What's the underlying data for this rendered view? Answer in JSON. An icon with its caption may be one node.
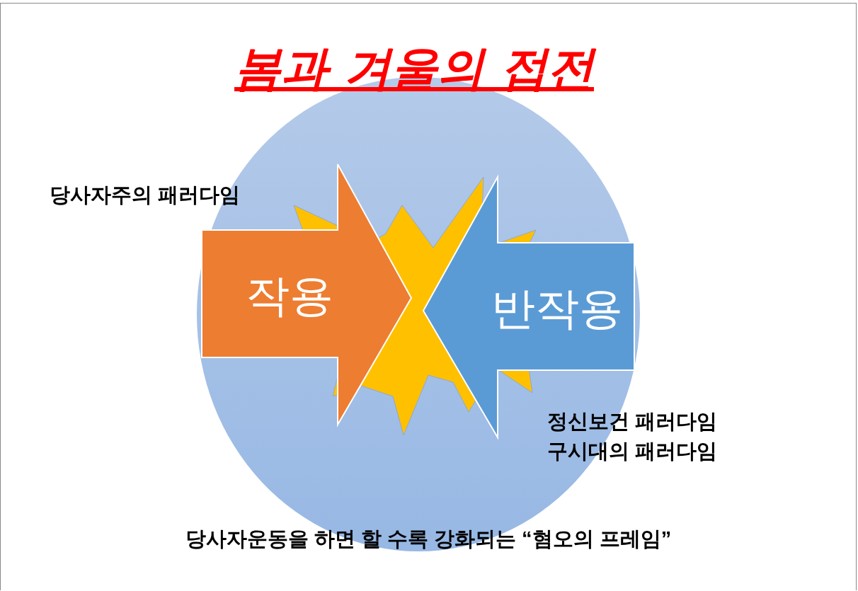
{
  "diagram": {
    "title": "봄과 겨울의 접전",
    "nodes": [
      {
        "text": [],
        "shape": "circle"
      },
      {
        "text": [],
        "shape": "star",
        "in": 0
      },
      {
        "text": [
          "작용"
        ],
        "in": 0
      },
      {
        "text": [
          "반작용"
        ],
        "in": 0
      }
    ],
    "labels": [
      "당사자주의 패러다임",
      "정신보건 패러다임",
      "구시대의 패러다임",
      "당사자운동을 하면 할 수록 강화되는 “혐오의 프레임”"
    ]
  }
}
